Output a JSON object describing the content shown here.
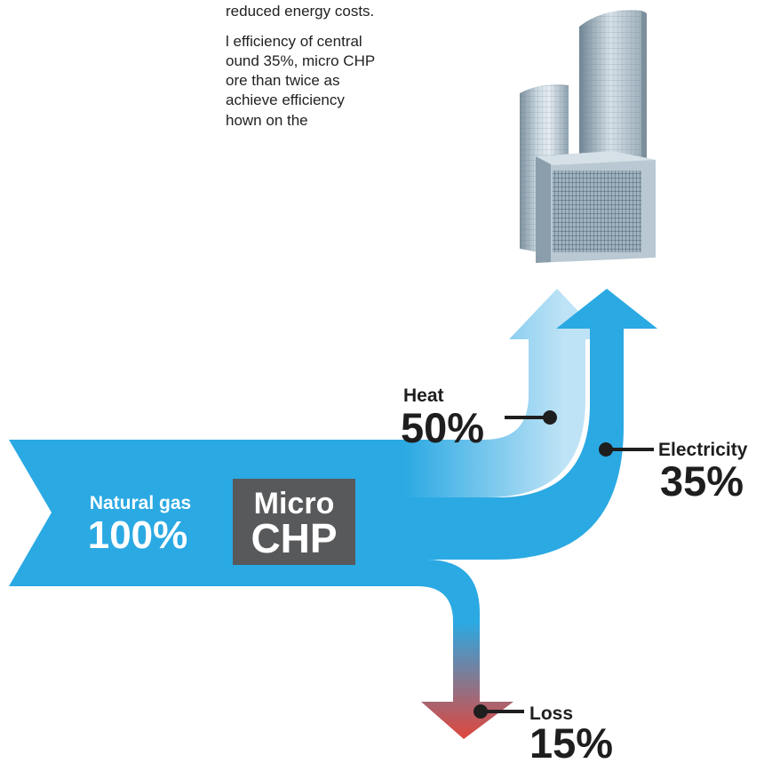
{
  "intro_text": {
    "lines": [
      "reduced energy costs.",
      "l efficiency of central",
      "ound 35%, micro CHP",
      "ore than twice as",
      "achieve efficiency",
      "hown on the"
    ]
  },
  "input": {
    "label": "Natural gas",
    "value": "100%"
  },
  "unit": {
    "line1": "Micro",
    "line2": "CHP"
  },
  "outputs": {
    "heat": {
      "label": "Heat",
      "value": "50%"
    },
    "electricity": {
      "label": "Electricity",
      "value": "35%"
    },
    "loss": {
      "label": "Loss",
      "value": "15%"
    }
  },
  "colors": {
    "gas_blue": "#2ba9e3",
    "heat_light_blue": "#bfe3f6",
    "unit_gray": "#58595b",
    "loss_red": "#e0463c",
    "ink": "#1e1e1e"
  },
  "icons": [
    "office-building-icon"
  ]
}
